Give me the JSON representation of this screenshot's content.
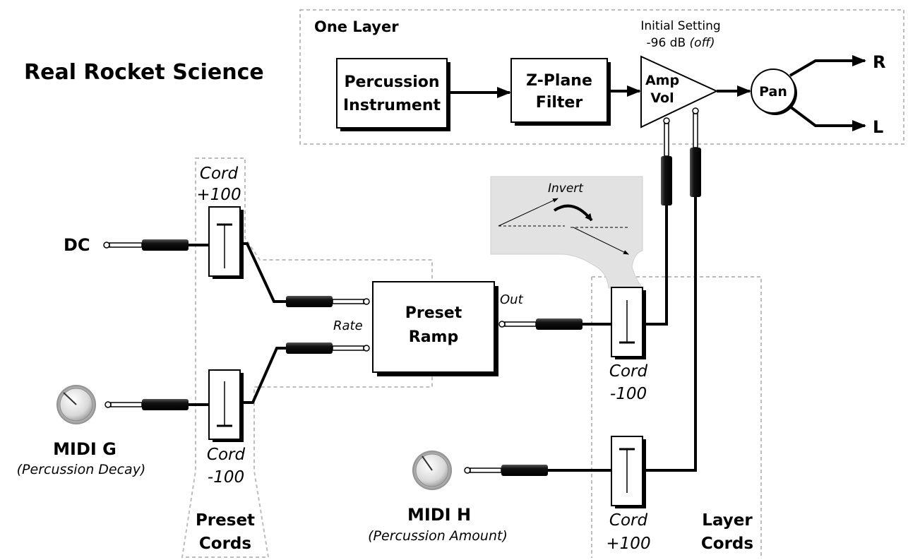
{
  "title": "Real Rocket Science",
  "one_layer": {
    "label": "One Layer",
    "initial_setting": {
      "label": "Initial Setting",
      "value": "-96 dB",
      "note": "(off)"
    },
    "percussion_instrument": {
      "line1": "Percussion",
      "line2": "Instrument"
    },
    "z_plane_filter": {
      "line1": "Z-Plane",
      "line2": "Filter"
    },
    "amp_vol": {
      "line1": "Amp",
      "line2": "Vol"
    },
    "pan": "Pan",
    "out_right": "R",
    "out_left": "L"
  },
  "sources": {
    "dc": "DC",
    "midi_g": {
      "name": "MIDI G",
      "desc": "(Percussion Decay)"
    },
    "midi_h": {
      "name": "MIDI H",
      "desc": "(Percussion Amount)"
    }
  },
  "preset_cords": {
    "label_line1": "Preset",
    "label_line2": "Cords",
    "cord_top": {
      "label": "Cord",
      "amount": "+100"
    },
    "cord_bottom": {
      "label": "Cord",
      "amount": "-100"
    }
  },
  "preset_ramp": {
    "line1": "Preset",
    "line2": "Ramp",
    "rate_label": "Rate",
    "out_label": "Out"
  },
  "invert_label": "Invert",
  "layer_cords": {
    "label_line1": "Layer",
    "label_line2": "Cords",
    "cord_upper": {
      "label": "Cord",
      "amount": "-100"
    },
    "cord_lower": {
      "label": "Cord",
      "amount": "+100"
    }
  }
}
